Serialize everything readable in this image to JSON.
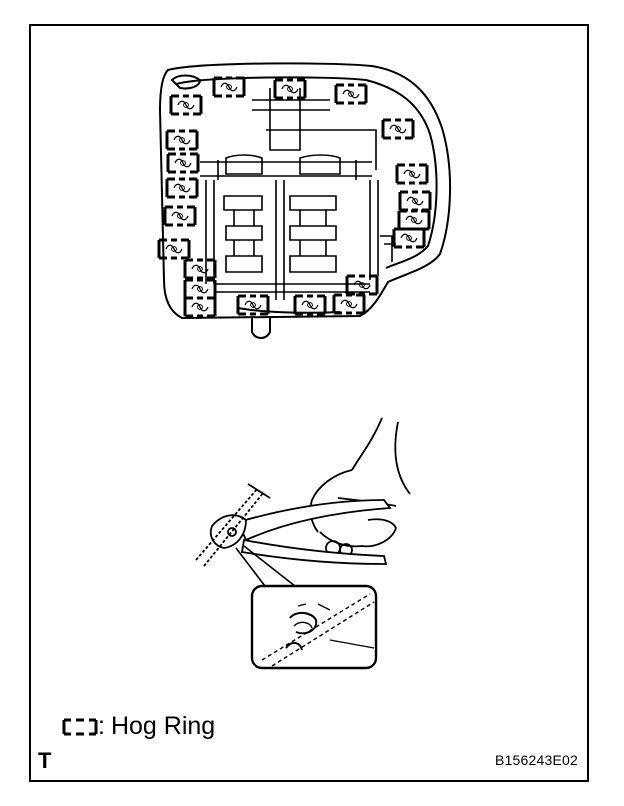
{
  "legend": {
    "icon": "hog-ring-bracket-icon",
    "separator": ":",
    "label": "Hog Ring"
  },
  "corner_mark": "T",
  "figure_code": "B156243E02",
  "colors": {
    "ink": "#000000",
    "paper": "#ffffff"
  }
}
